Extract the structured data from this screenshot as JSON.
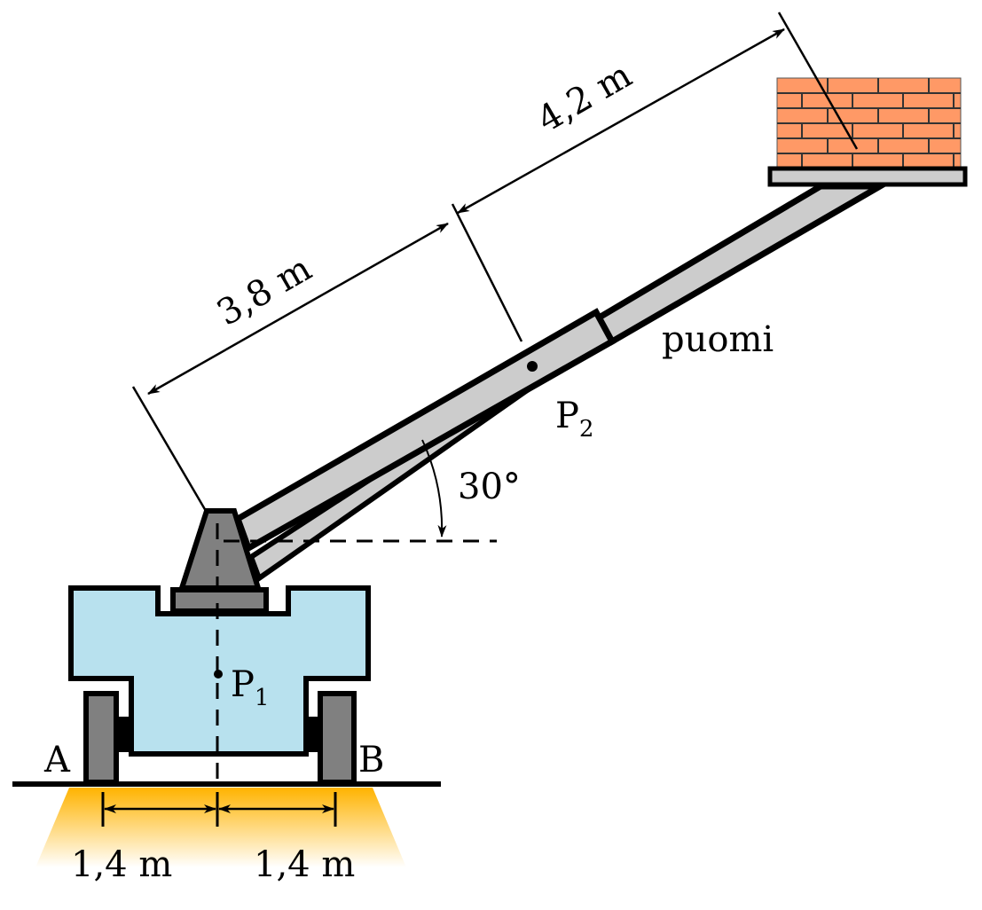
{
  "labels": {
    "boom": "puomi",
    "p1": "P",
    "p1_sub": "1",
    "p2": "P",
    "p2_sub": "2",
    "support_a": "A",
    "support_b": "B",
    "angle": "30°"
  },
  "dimensions": {
    "inner_boom": "3,8 m",
    "outer_boom": "4,2 m",
    "left_half_base": "1,4 m",
    "right_half_base": "1,4 m"
  },
  "colors": {
    "body": "#B8E1EE",
    "metal_dark": "#808080",
    "metal_light": "#CCCCCC",
    "brick": "#FF9966",
    "ground_glow": "#FFB300"
  }
}
